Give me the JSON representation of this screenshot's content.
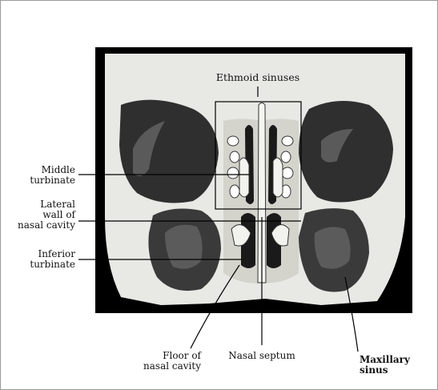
{
  "figure": {
    "title_label": "Ethmoid sinuses",
    "labels": {
      "middle_turbinate": [
        "Middle",
        "turbinate"
      ],
      "lateral_wall": [
        "Lateral",
        "wall of",
        "nasal cavity"
      ],
      "inferior_turbinate": [
        "Inferior",
        "turbinate"
      ],
      "floor": [
        "Floor of",
        "nasal cavity"
      ],
      "septum": "Nasal septum",
      "maxillary": [
        "Maxillary",
        "sinus"
      ]
    }
  },
  "colors": {
    "background": "#ffffff",
    "frame": "#000000",
    "bone": "#e8e8e4",
    "cavity": "#2b2b2b",
    "mucosa": "#cfcfc8"
  }
}
